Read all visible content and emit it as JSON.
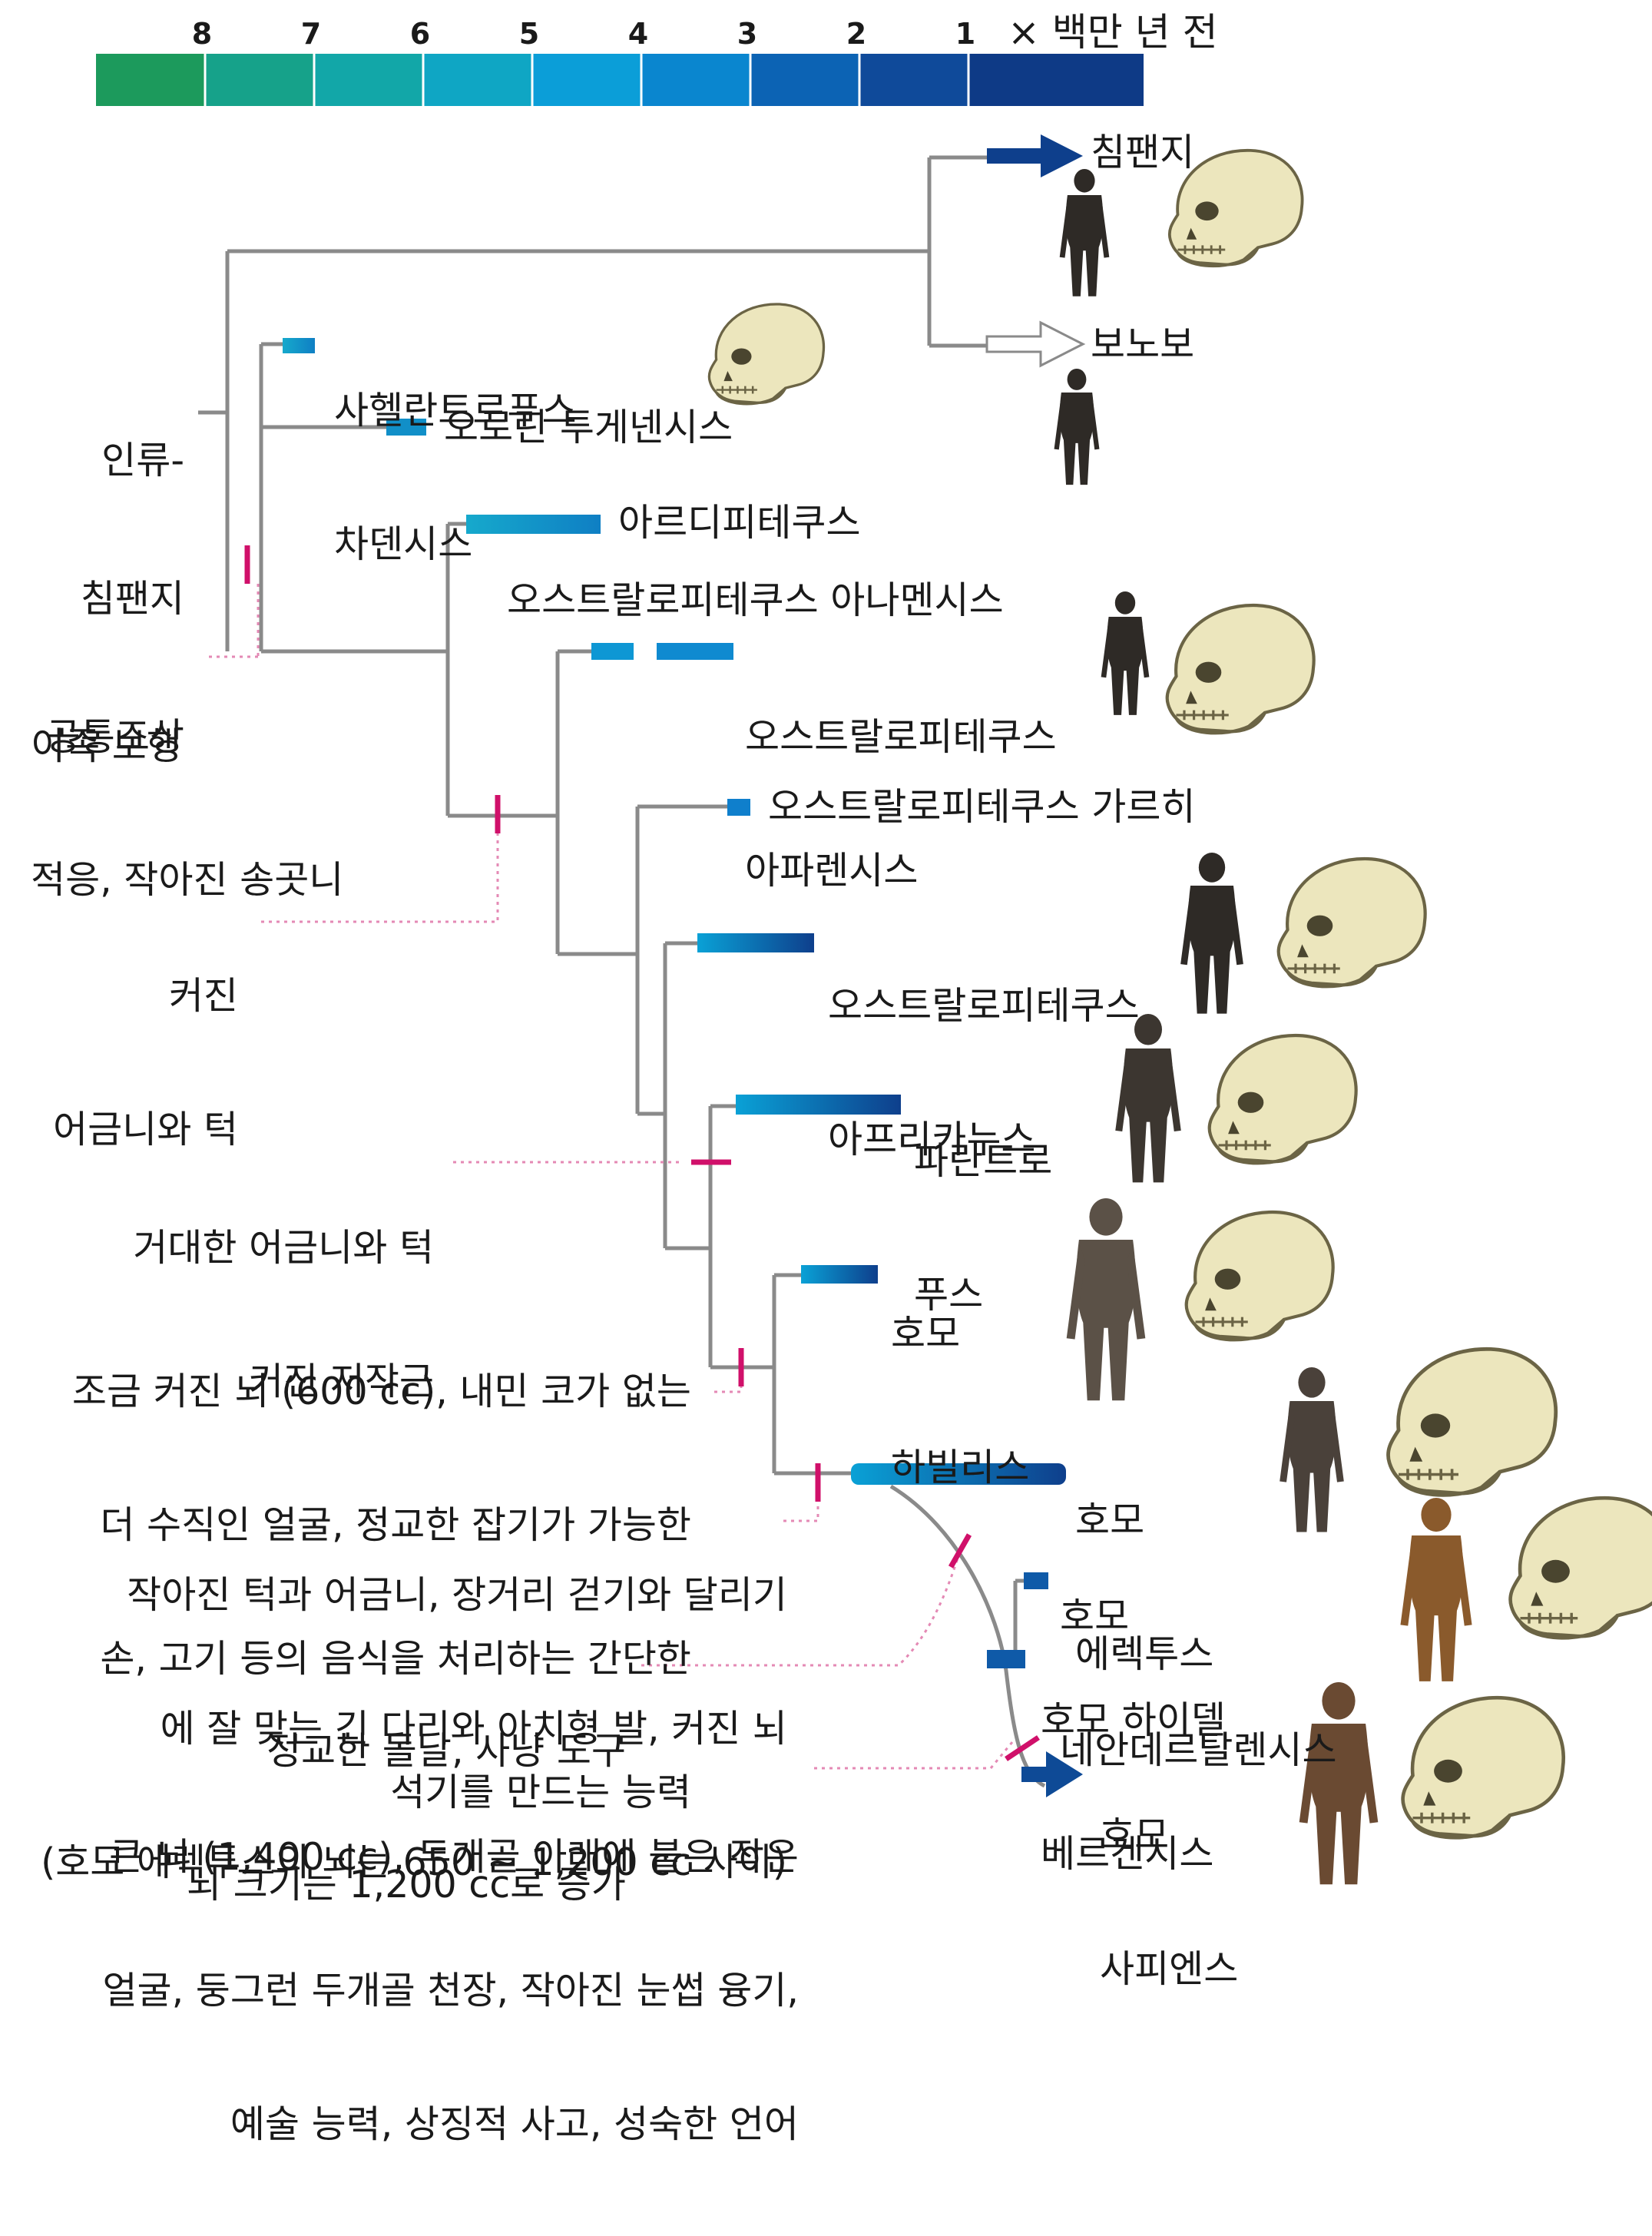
{
  "timeline": {
    "ticks": [
      "8",
      "7",
      "6",
      "5",
      "4",
      "3",
      "2",
      "1"
    ],
    "unit_label": "× 백만 년 전",
    "colors": [
      "#1c9a5c",
      "#16a28a",
      "#12a7a8",
      "#0fa6c4",
      "#0b9ed8",
      "#0a86cf",
      "#0c63b4",
      "#0f4a9a",
      "#0e3a86"
    ]
  },
  "ancestor": {
    "line1": "인류-",
    "line2": "침팬지",
    "line3": "공통조상"
  },
  "species": {
    "chimp": "침팬지",
    "bonobo": "보노보",
    "sahel": {
      "line1": "사헬란트로푸스",
      "line2": "차덴시스"
    },
    "orrorin": "오로린 투게넨시스",
    "ardi": "아르디피테쿠스",
    "anamensis": "오스트랄로피테쿠스 아나멘시스",
    "afarensis": {
      "line1": "오스트랄로피테쿠스",
      "line2": "아파렌시스"
    },
    "garhi": "오스트랄로피테쿠스 가르히",
    "africanus": {
      "line1": "오스트랄로피테쿠스",
      "line2": "아프리카누스"
    },
    "paranthropus": {
      "line1": "파란트로",
      "line2": "푸스"
    },
    "habilis": {
      "line1": "호모",
      "line2": "하빌리스"
    },
    "erectus": {
      "line1": "호모",
      "line2": "에렉투스"
    },
    "neander": {
      "line1": "호모",
      "line2": "네안데르탈렌시스"
    },
    "heidel": {
      "line1": "호모 하이델",
      "line2": "베르겐시스"
    },
    "sapiens": {
      "line1": "호모",
      "line2": "사피엔스"
    }
  },
  "traits": {
    "bipedal": {
      "line1": "이족 보행",
      "line2": "적응, 작아진 송곳니"
    },
    "molars": {
      "line1": "커진",
      "line2": "어금니와 턱"
    },
    "giant": {
      "line1": "거대한 어금니와 턱",
      "line2": "커진 저작근"
    },
    "homo": {
      "line1": "조금 커진 뇌 (600 cc), 내민 코가 없는",
      "line2": "더 수직인 얼굴, 정교한 잡기가 가능한",
      "line3": "손, 고기 등의 음식을 처리하는 간단한",
      "line4": "석기를 만드는 능력"
    },
    "erectus_traits": {
      "line1": "작아진 턱과 어금니, 장거리 걷기와 달리기",
      "line2": "에 잘 맞는 긴 다리와 아치형 발, 커진 뇌",
      "line3": "(호모 에렉투스의 뇌는 650 ~ 1,200 cc 사이)"
    },
    "heidel_traits": {
      "line1": "정교한 돌날, 사냥 도구",
      "line2": "뇌 크기는 1,200 cc로 증가"
    },
    "sapiens_traits": {
      "line1": "큰 뇌 (1,400 cc), 두개골 아래에 붙은 작은",
      "line2": "얼굴, 둥그런 두개골 천장, 작아진 눈썹 융기,",
      "line3": "예술 능력, 상징적 사고, 성숙한 언어"
    }
  },
  "colors": {
    "branch": "#8a8a8a",
    "marker": "#d0106a",
    "dotted": "#e48ab5",
    "skull": "#ece6bd",
    "skull_line": "#6b6445",
    "figure": "#2e2a26"
  }
}
